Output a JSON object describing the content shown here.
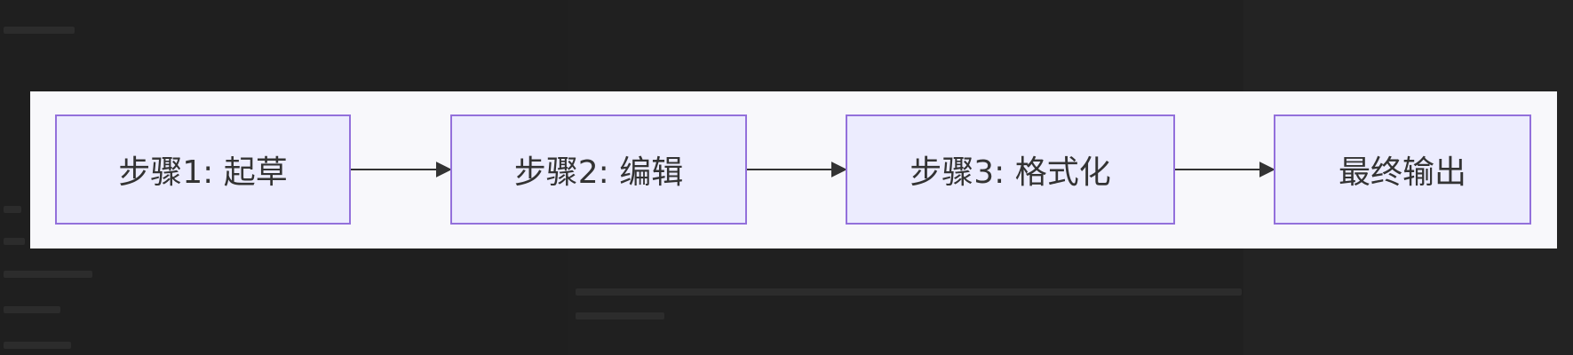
{
  "diagram": {
    "type": "flowchart-LR",
    "nodes": [
      {
        "id": "step1",
        "label": "步骤1: 起草"
      },
      {
        "id": "step2",
        "label": "步骤2: 编辑"
      },
      {
        "id": "step3",
        "label": "步骤3: 格式化"
      },
      {
        "id": "final",
        "label": "最终输出"
      }
    ],
    "edges": [
      {
        "from": "step1",
        "to": "step2"
      },
      {
        "from": "step2",
        "to": "step3"
      },
      {
        "from": "step3",
        "to": "final"
      }
    ],
    "colors": {
      "node_fill": "#ececfe",
      "node_border": "#9370db",
      "edge": "#333333",
      "card_background": "#f8f8fb",
      "page_background": "#202020"
    }
  }
}
